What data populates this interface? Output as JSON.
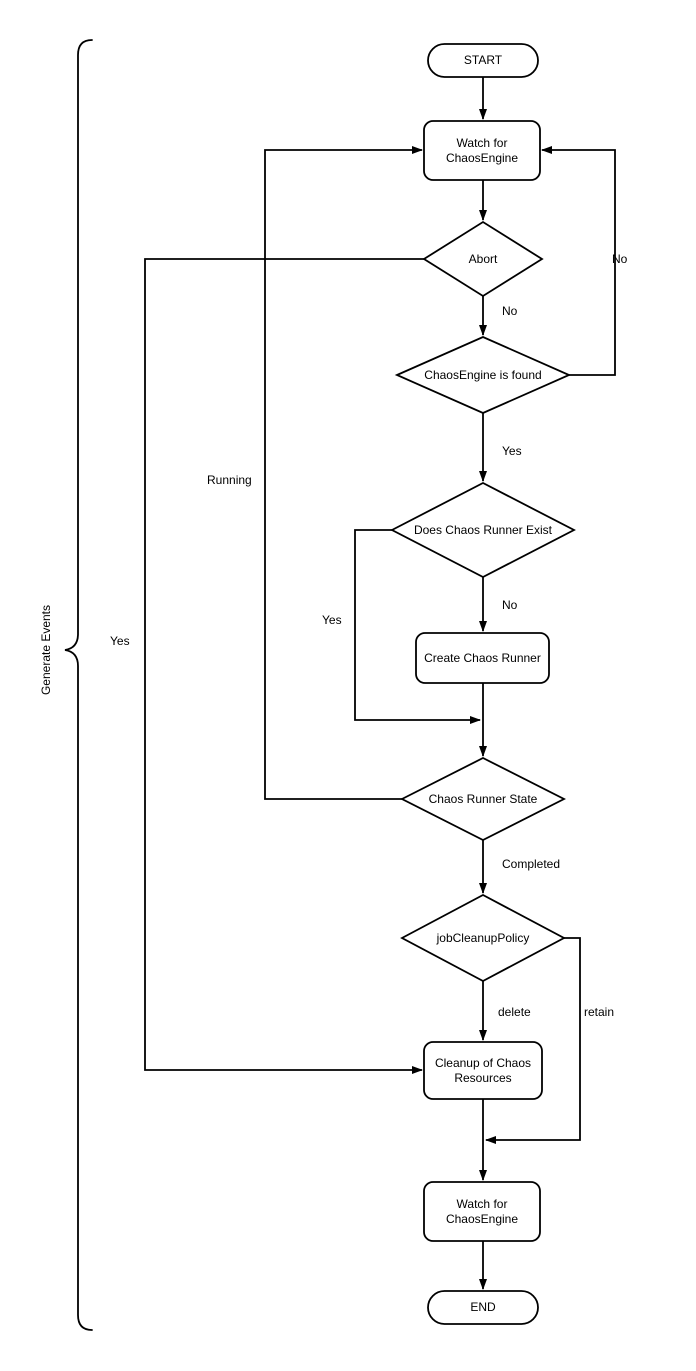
{
  "diagram": {
    "bracket": {
      "label": "Generate Events"
    },
    "nodes": {
      "start": {
        "label": "START"
      },
      "watch_1": {
        "label": "Watch for ChaosEngine"
      },
      "abort": {
        "label": "Abort"
      },
      "engine_found": {
        "label": "ChaosEngine is found"
      },
      "runner_exist": {
        "label": "Does Chaos Runner Exist"
      },
      "create_runner": {
        "label": "Create Chaos Runner"
      },
      "runner_state": {
        "label": "Chaos Runner State"
      },
      "cleanup_policy": {
        "label": "jobCleanupPolicy"
      },
      "cleanup_resources": {
        "label": "Cleanup of Chaos Resources"
      },
      "watch_2": {
        "label": "Watch for ChaosEngine"
      },
      "end": {
        "label": "END"
      }
    },
    "edge_labels": {
      "abort_no": "No",
      "found_no": "No",
      "found_yes": "Yes",
      "runner_no": "No",
      "runner_yes": "Yes",
      "state_running": "Running",
      "abort_yes": "Yes",
      "state_completed": "Completed",
      "policy_delete": "delete",
      "policy_retain": "retain"
    },
    "colors": {
      "stroke": "#000000",
      "fill": "#ffffff",
      "background": "#ffffff"
    }
  }
}
